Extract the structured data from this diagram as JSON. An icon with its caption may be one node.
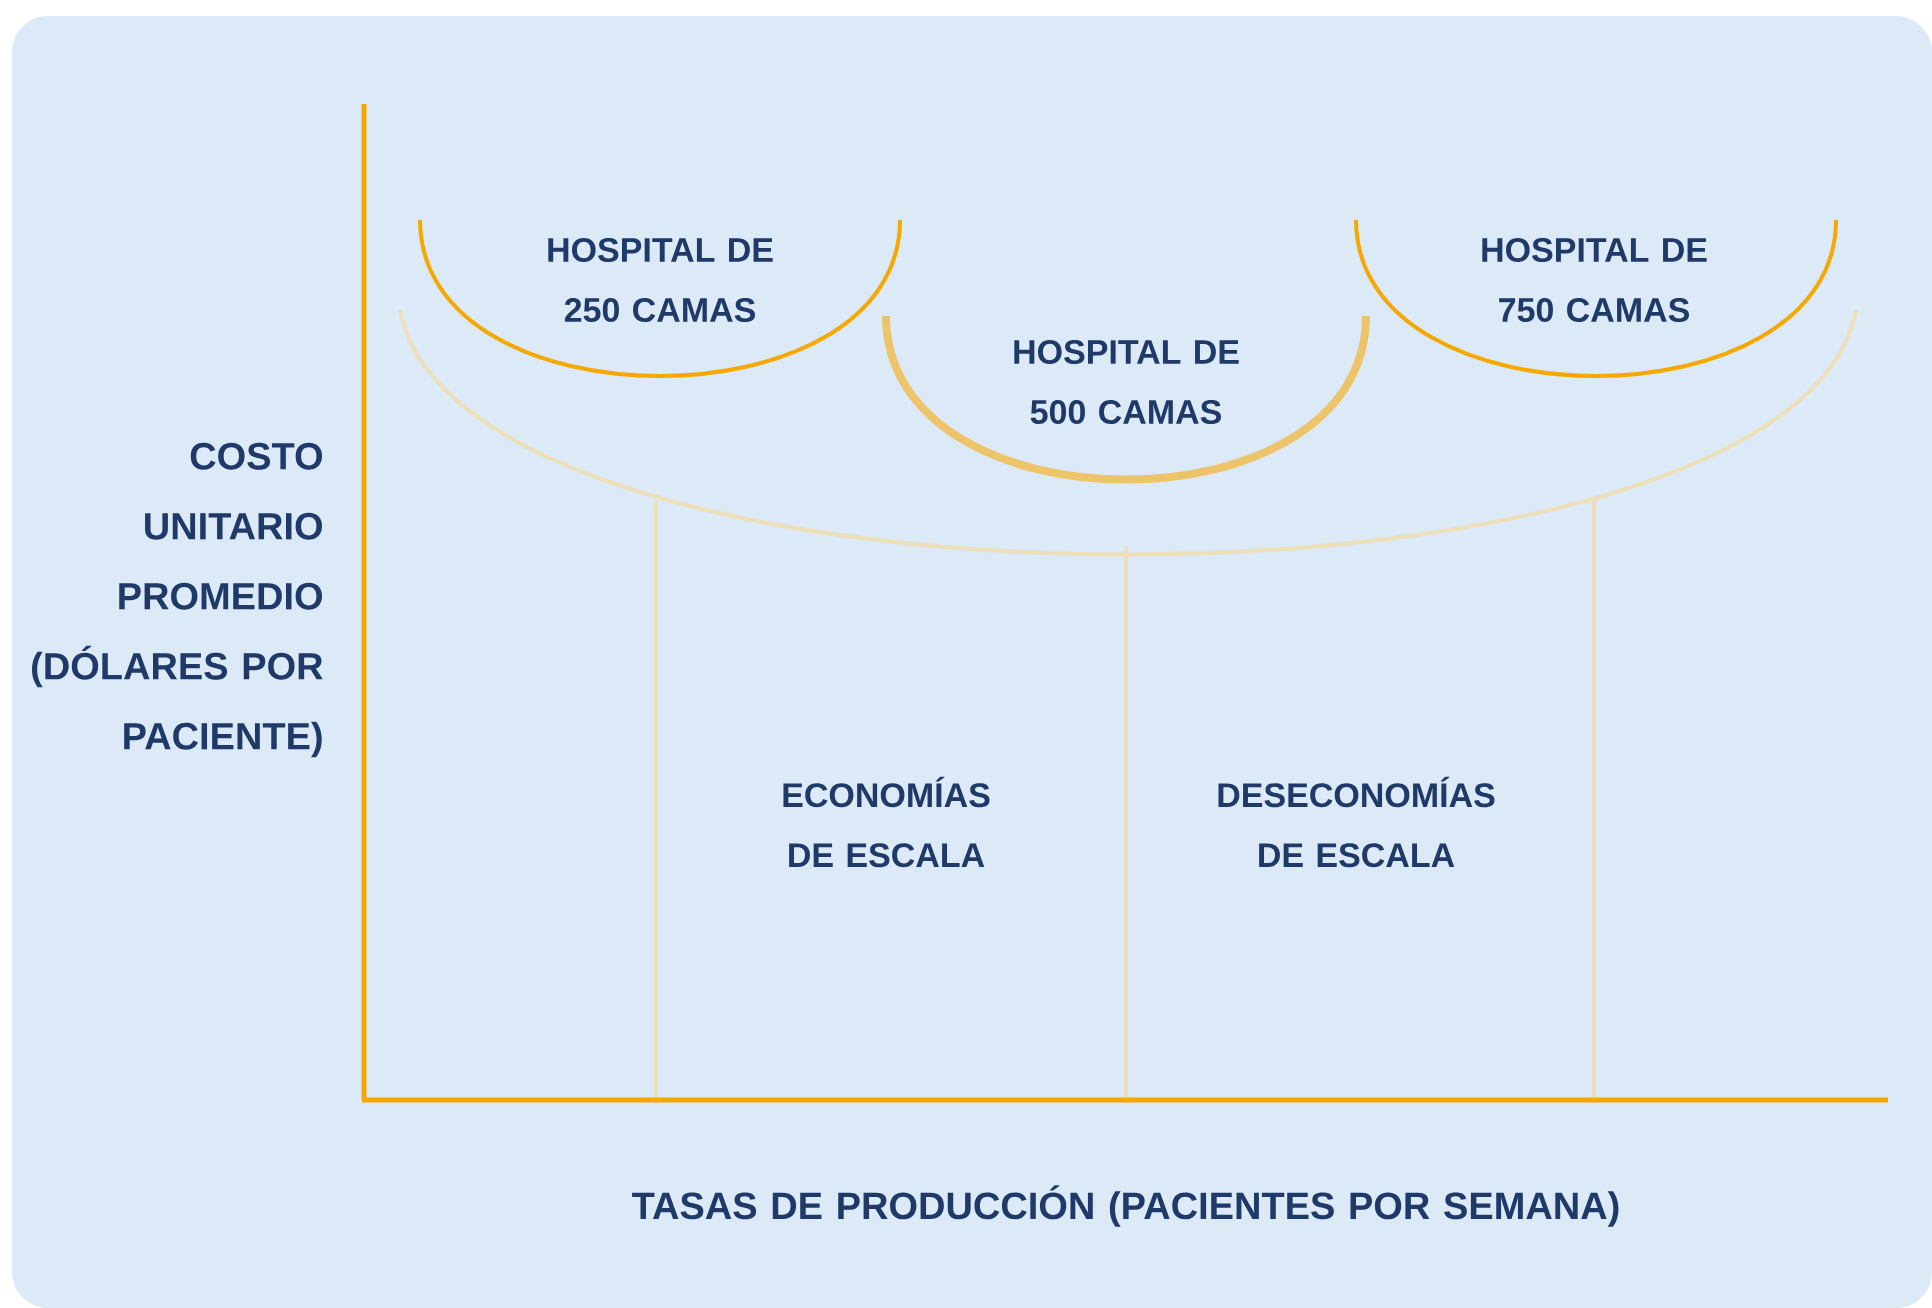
{
  "diagram": {
    "labels": [
      "HOSPITAL DE 250 CAMAS",
      "HOSPITAL DE 750 CAMAS",
      "HOSPITAL DE 500 CAMAS",
      "COSTO UNITARIO PROMEDIO (DÓLARES POR PACIENTE)",
      "ECONOMÍAS DE ESCALA",
      "DESECONOMÍAS DE ESCALA",
      "TASAS DE PRODUCCIÓN (PACIENTES POR SEMANA)"
    ]
  }
}
